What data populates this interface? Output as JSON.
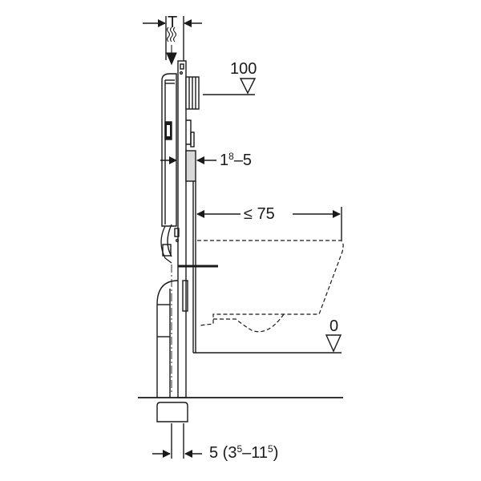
{
  "diagram": {
    "type": "technical-installation-drawing",
    "subject": "wall-hung WC installation frame, side section",
    "colors": {
      "line": "#1a1a1a",
      "background": "#ffffff",
      "tile_fill": "#d9d9d9"
    },
    "dimensions": {
      "top_depth": {
        "label": "T"
      },
      "flush_plate_height": {
        "label": "100"
      },
      "wall_cladding": {
        "base": "1",
        "sup": "8",
        "rest": "–5"
      },
      "bowl_projection": {
        "label": "≤ 75"
      },
      "floor_level": {
        "label": "0"
      },
      "bottom_offset": {
        "main": "5 (3",
        "sup1": "5",
        "mid": "–11",
        "sup2": "5",
        "end": ")"
      }
    }
  }
}
